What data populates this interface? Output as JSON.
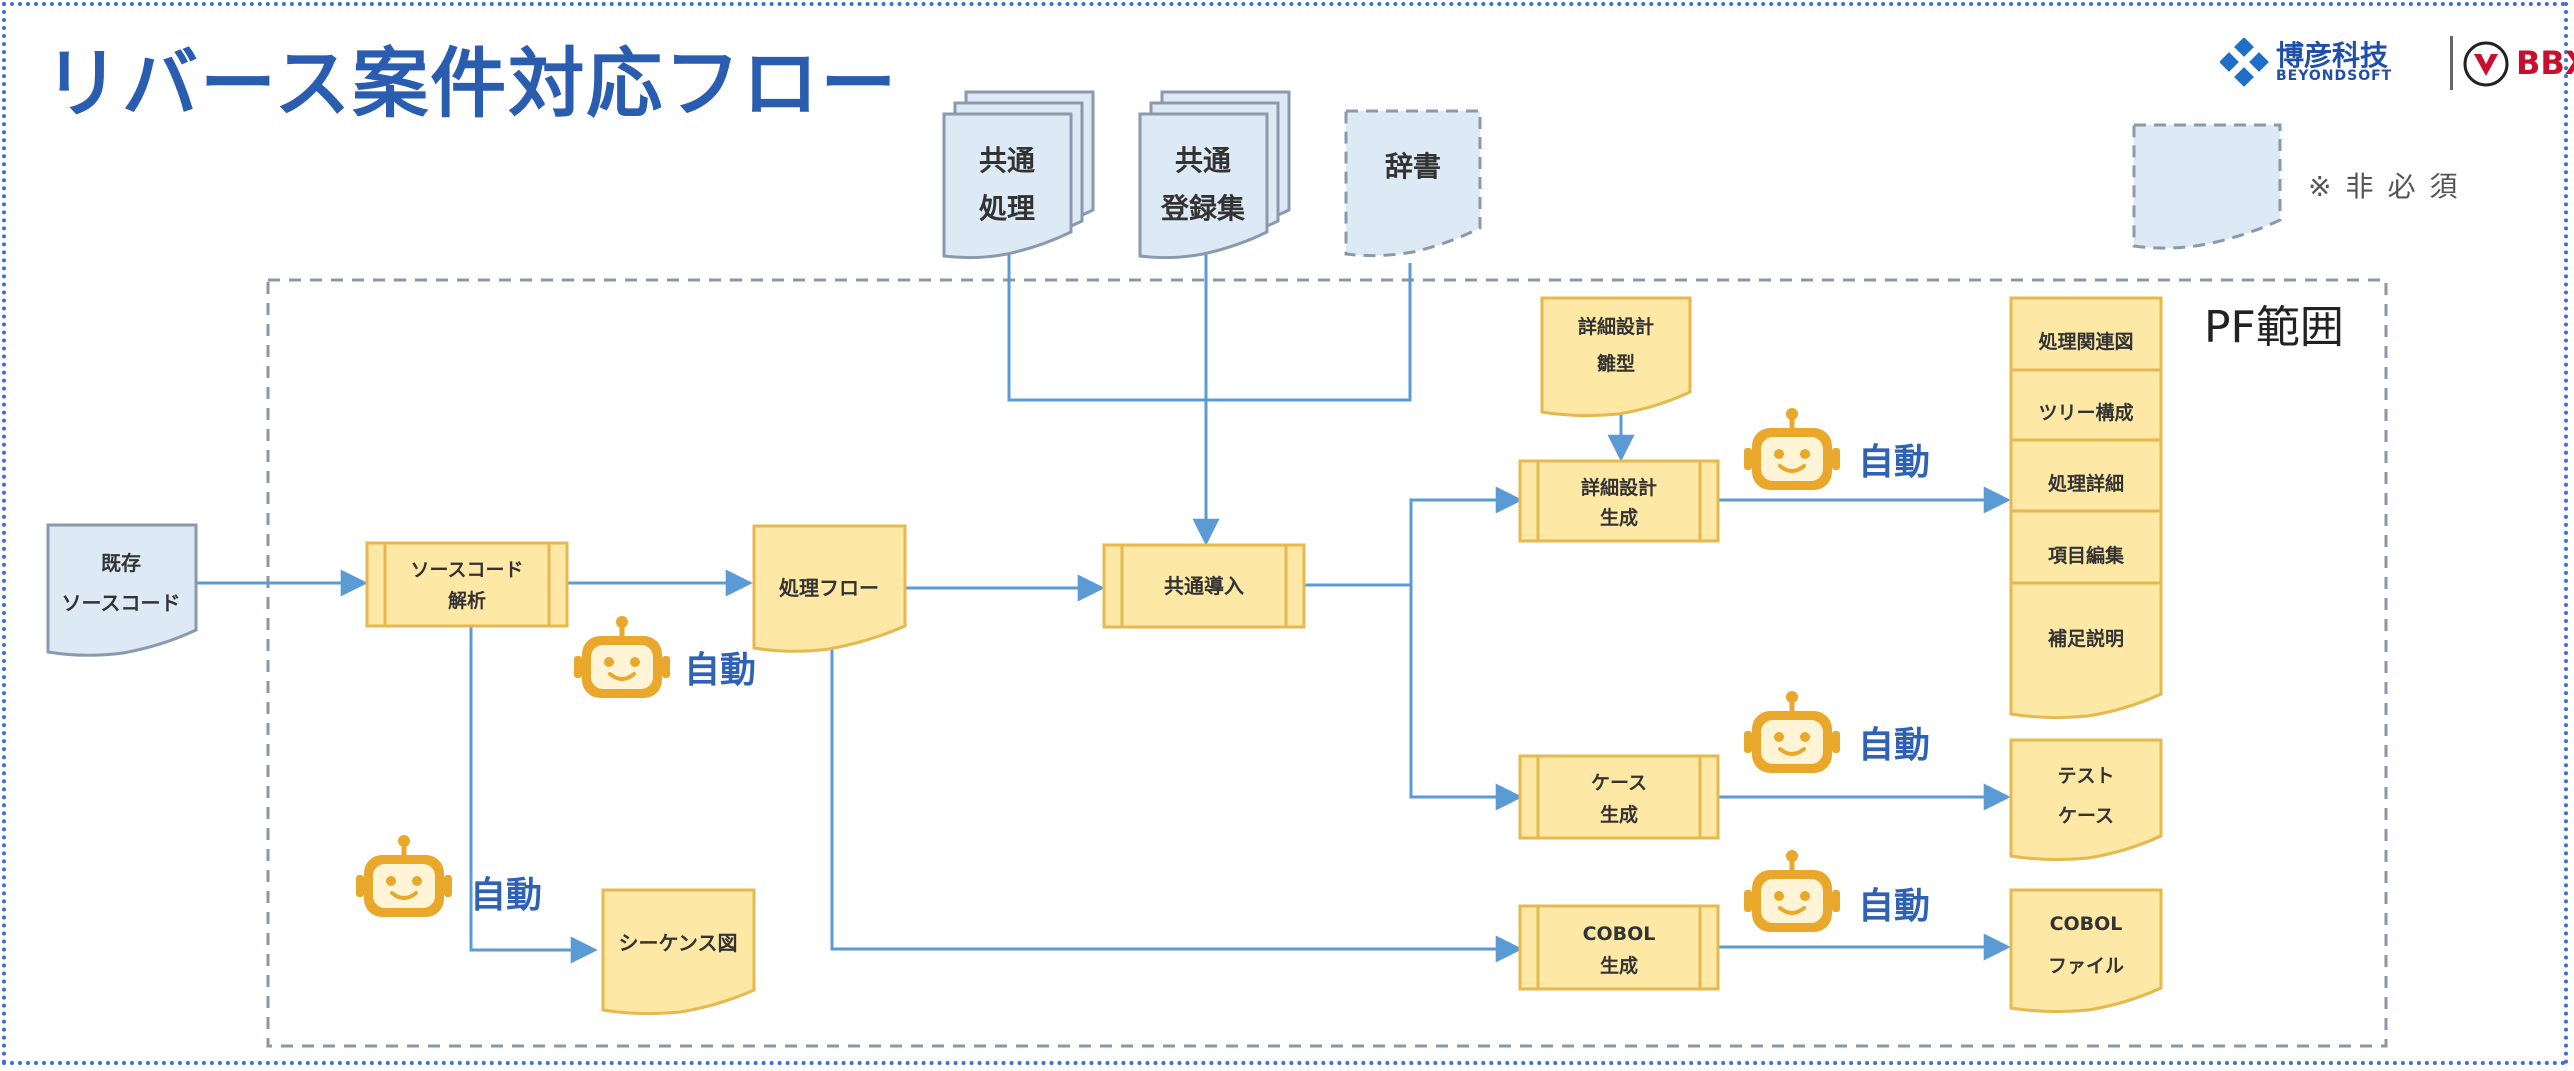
{
  "page": {
    "title": "リバース案件対応フロー"
  },
  "logo": {
    "company_jp": "博彦科技",
    "company_en": "BEYONDSOFT",
    "brand": "BBX",
    "icon": "beyondsoft-diamond-logo-icon",
    "brand_icon": "bbx-badge-logo-icon"
  },
  "colors": {
    "process_fill": "#fde8a5",
    "process_stroke": "#e6b84d",
    "doc_fill": "#fde8a5",
    "input_fill": "#dde9f5",
    "input_stroke": "#8a9aac",
    "arrow": "#5b9bd5",
    "robot": "#e9a82b",
    "title": "#2a5db0"
  },
  "legend": {
    "note": "※非必須"
  },
  "pf_label": "PF範囲",
  "auto_label": "自動",
  "inputs": {
    "common_process": [
      "共通",
      "処理"
    ],
    "common_register": [
      "共通",
      "登録集"
    ],
    "dictionary": "辞書",
    "existing_source": [
      "既存",
      "ソースコード"
    ]
  },
  "processes": {
    "source_analysis": [
      "ソースコード",
      "解析"
    ],
    "common_import": "共通導入",
    "detail_design_gen": [
      "詳細設計",
      "生成"
    ],
    "case_gen": [
      "ケース",
      "生成"
    ],
    "cobol_gen": [
      "COBOL",
      "生成"
    ]
  },
  "docs": {
    "process_flow": "処理フロー",
    "sequence": "シーケンス図",
    "template": [
      "詳細設計",
      "雛型"
    ],
    "test_case": [
      "テスト",
      "ケース"
    ],
    "cobol_file": [
      "COBOL",
      "ファイル"
    ]
  },
  "outputs": [
    "処理関連図",
    "ツリー構成",
    "処理詳細",
    "項目編集",
    "補足説明"
  ]
}
